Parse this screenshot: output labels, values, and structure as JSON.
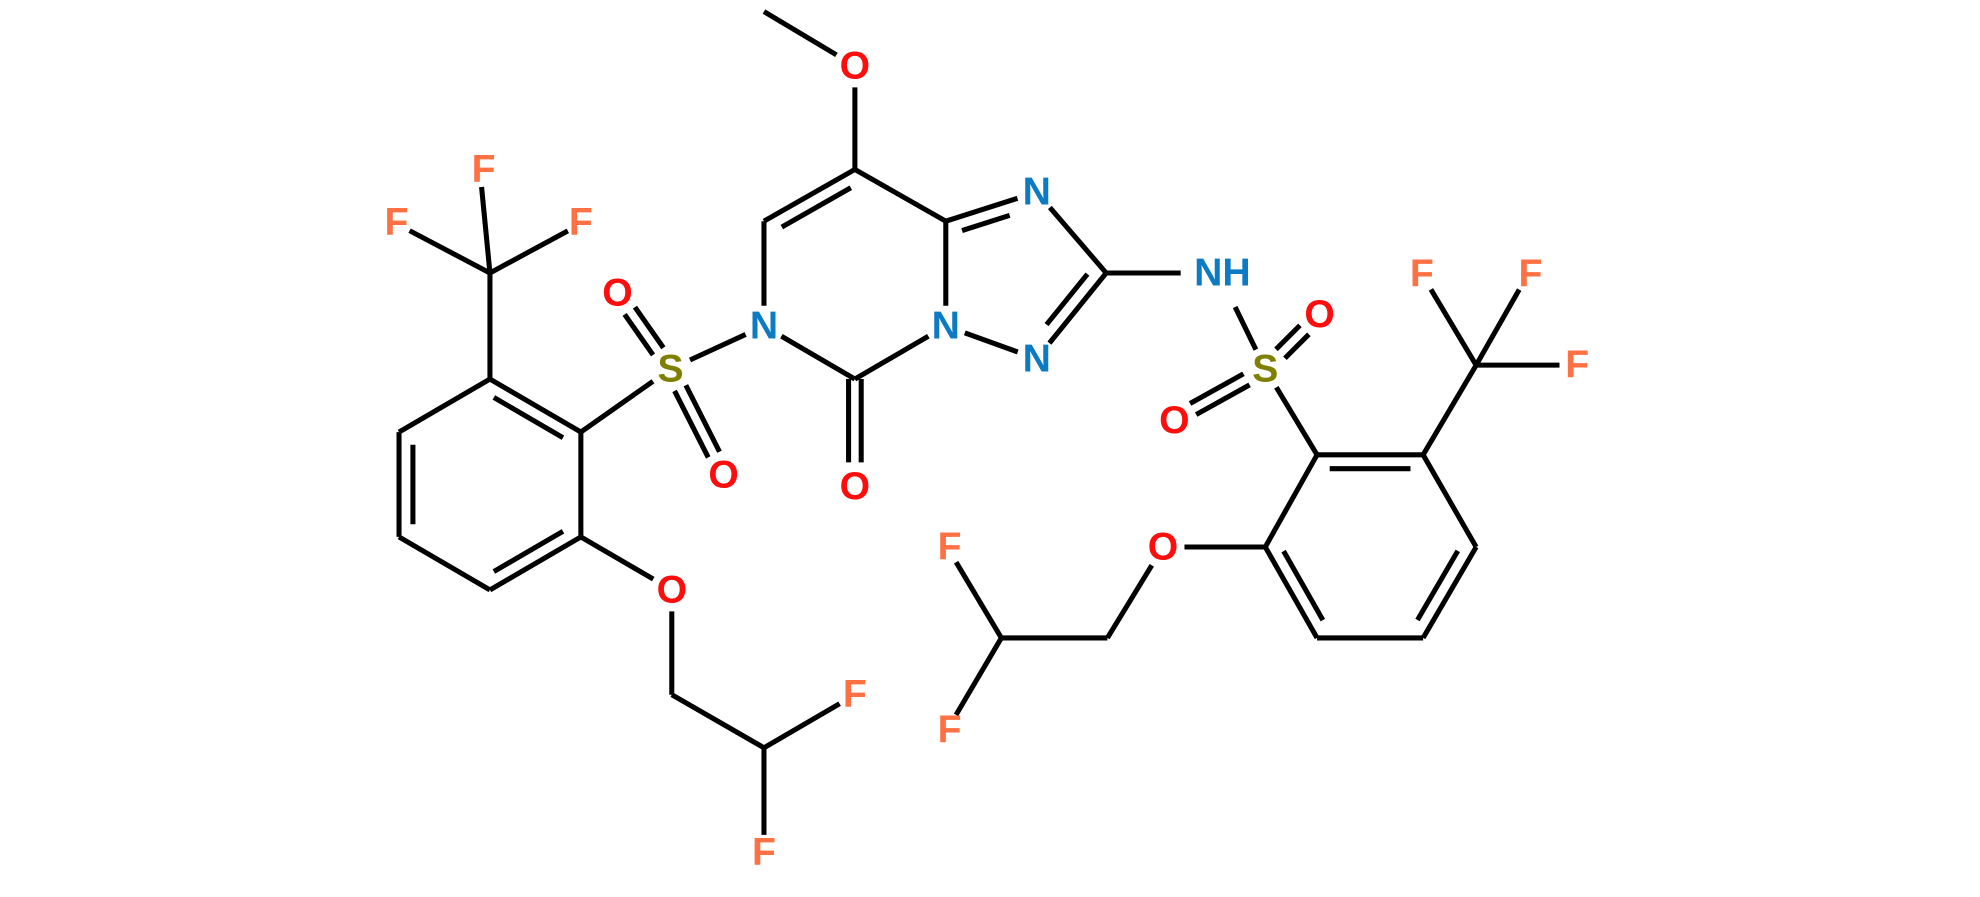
{
  "colors": {
    "O": "#FF0D0D",
    "N": "#0C7BC4",
    "F": "#FF7043",
    "S": "#808000",
    "bond": "#000000"
  },
  "atoms": {
    "o_methoxy": "O",
    "o_carbonyl": "O",
    "n_ring6": "N",
    "n_bridge": "N",
    "n_triazole_top": "N",
    "n_triazole_bottom": "N",
    "nh": "NH",
    "s_left": "S",
    "o_s_left_top": "O",
    "o_s_left_bottom": "O",
    "s_right": "S",
    "o_s_right_top": "O",
    "o_s_right_bottom": "O",
    "f_left_cf3_top": "F",
    "f_left_cf3_left": "F",
    "f_left_cf3_right": "F",
    "o_left_ether": "O",
    "f_left_chf2_right": "F",
    "f_left_chf2_bottom": "F",
    "f_right_cf3_left": "F",
    "f_right_cf3_mid": "F",
    "f_right_cf3_right": "F",
    "o_right_ether": "O",
    "f_right_chf2_top": "F",
    "f_right_chf2_bottom": "F"
  }
}
